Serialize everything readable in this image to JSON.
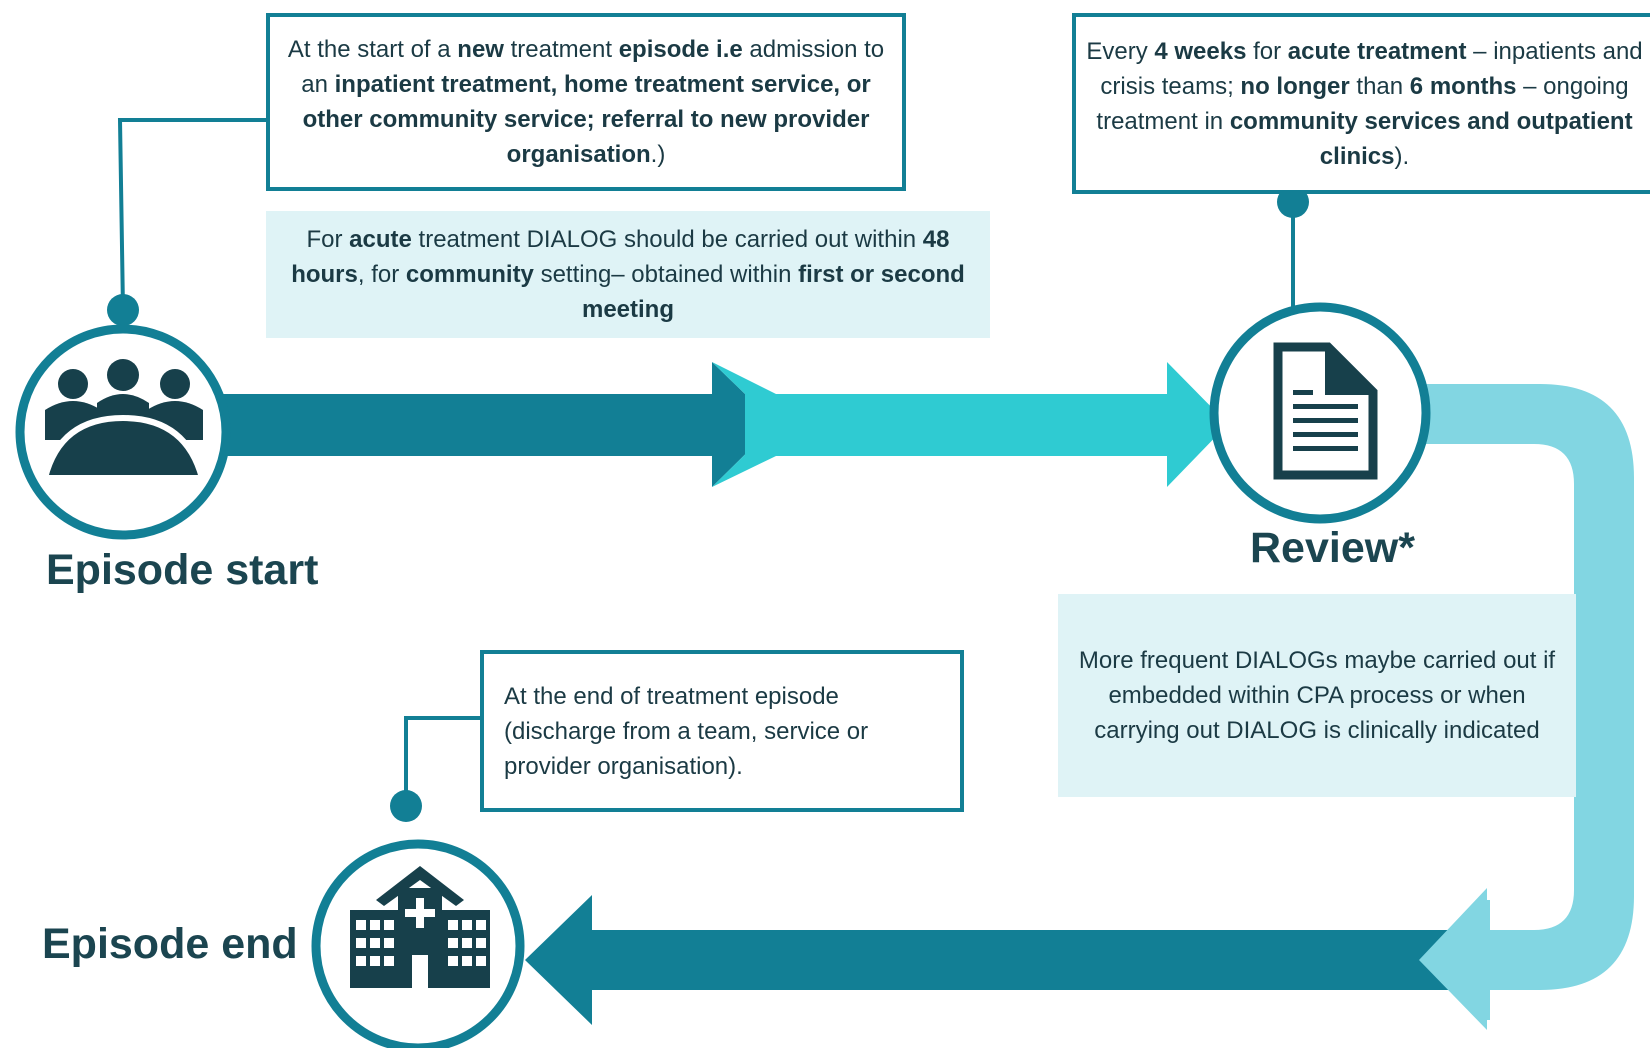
{
  "colors": {
    "dark_teal": "#127f95",
    "cyan": "#2fcbd2",
    "light_cyan": "#82d6e2",
    "icon_dark": "#17404b",
    "note_bg": "#dff3f6"
  },
  "nodes": {
    "start": {
      "label": "Episode start",
      "icon": "group-meeting-icon"
    },
    "review": {
      "label": "Review*",
      "icon": "document-icon"
    },
    "end": {
      "label": "Episode end",
      "icon": "hospital-icon"
    }
  },
  "boxes": {
    "start_info": {
      "segments": [
        {
          "t": "At the start of a ",
          "b": false
        },
        {
          "t": "new",
          "b": true
        },
        {
          "t": " treatment ",
          "b": false
        },
        {
          "t": "episode i.e",
          "b": true
        },
        {
          "t": " admission to an ",
          "b": false
        },
        {
          "t": "inpatient treatment, home treatment service, or other community service; referral to new provider organisation",
          "b": true
        },
        {
          "t": ".)",
          "b": false
        }
      ]
    },
    "start_note": {
      "segments": [
        {
          "t": "For ",
          "b": false
        },
        {
          "t": "acute",
          "b": true
        },
        {
          "t": " treatment DIALOG should be carried out within ",
          "b": false
        },
        {
          "t": "48 hours",
          "b": true
        },
        {
          "t": ", for ",
          "b": false
        },
        {
          "t": "community",
          "b": true
        },
        {
          "t": " setting– obtained within ",
          "b": false
        },
        {
          "t": "first or second meeting",
          "b": true
        }
      ]
    },
    "review_info": {
      "segments": [
        {
          "t": "Every ",
          "b": false
        },
        {
          "t": "4 weeks",
          "b": true
        },
        {
          "t": " for ",
          "b": false
        },
        {
          "t": "acute treatment",
          "b": true
        },
        {
          "t": " – inpatients and crisis teams; ",
          "b": false
        },
        {
          "t": "no longer",
          "b": true
        },
        {
          "t": " than ",
          "b": false
        },
        {
          "t": "6 months",
          "b": true
        },
        {
          "t": " – ongoing treatment in ",
          "b": false
        },
        {
          "t": "community services and outpatient clinics",
          "b": true
        },
        {
          "t": ").",
          "b": false
        }
      ]
    },
    "review_note": {
      "segments": [
        {
          "t": "More frequent DIALOGs maybe carried out if embedded within CPA process or when carrying out DIALOG is clinically indicated",
          "b": false
        }
      ]
    },
    "end_info": {
      "segments": [
        {
          "t": "At the end of treatment episode (discharge from a team, service or provider organisation).",
          "b": false
        }
      ]
    }
  }
}
